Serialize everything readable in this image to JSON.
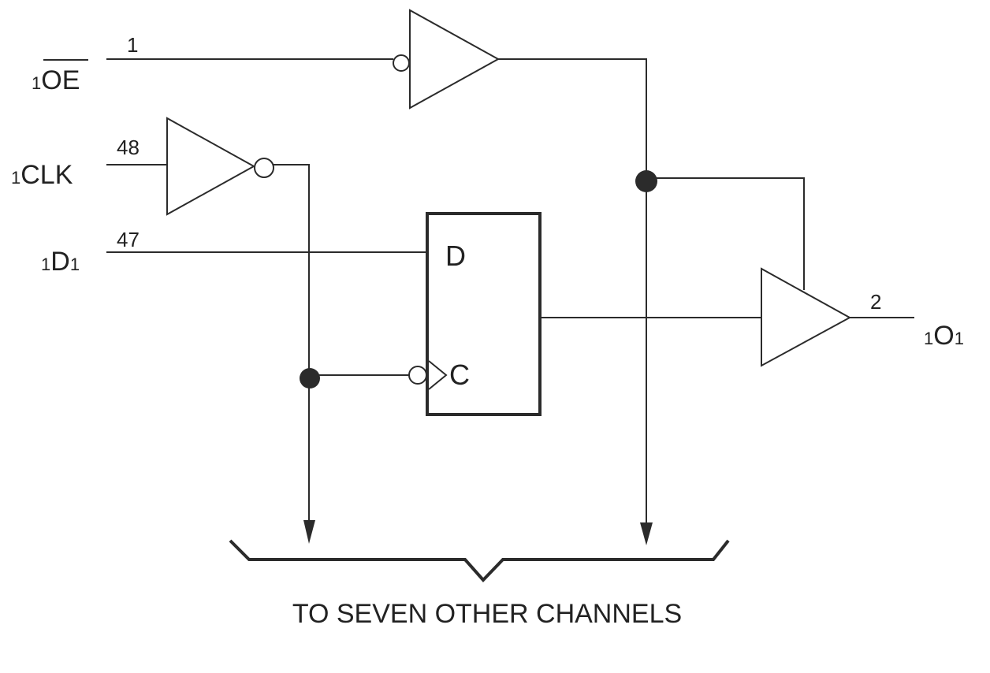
{
  "signals": {
    "oe": {
      "prefix": "1",
      "name": "OE"
    },
    "clk": {
      "prefix": "1",
      "name": "CLK"
    },
    "d": {
      "prefix": "1",
      "name": "D",
      "suffix": "1"
    },
    "out": {
      "prefix": "1",
      "name": "O",
      "suffix": "1"
    }
  },
  "pins": {
    "oe": "1",
    "clk": "48",
    "d": "47",
    "out": "2"
  },
  "flipflop": {
    "d_port": "D",
    "c_port": "C"
  },
  "caption": "TO SEVEN OTHER CHANNELS"
}
